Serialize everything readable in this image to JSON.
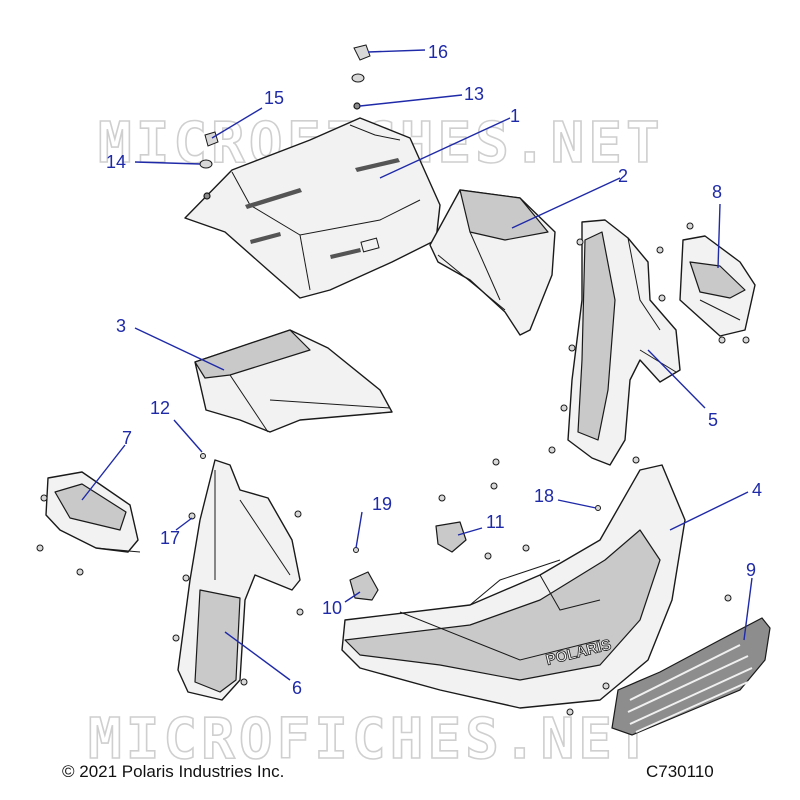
{
  "watermark_text": "MICROFICHES.NET",
  "copyright": "© 2021 Polaris Industries Inc.",
  "drawing_id": "C730110",
  "grille_badge": "POLARIS",
  "callouts": [
    "1",
    "2",
    "3",
    "4",
    "5",
    "6",
    "7",
    "8",
    "9",
    "10",
    "11",
    "12",
    "13",
    "14",
    "15",
    "16",
    "17",
    "18",
    "19"
  ]
}
